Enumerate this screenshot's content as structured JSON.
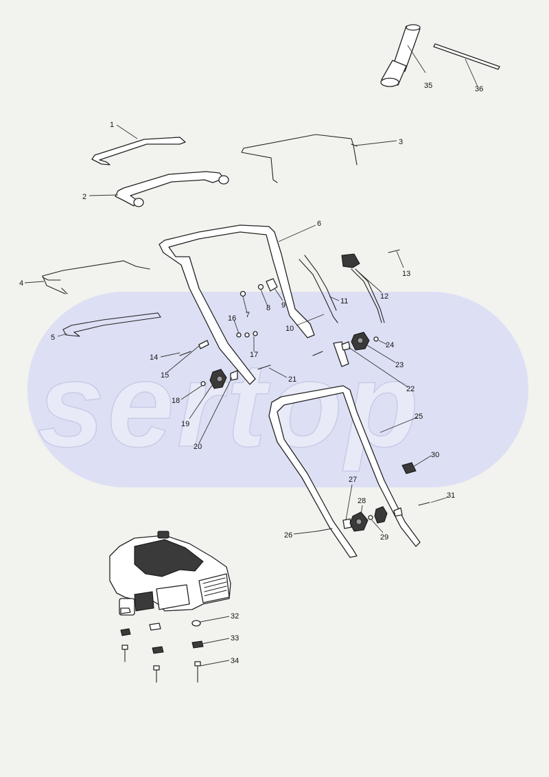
{
  "watermark": {
    "text": "sertop",
    "color": "#d9ddf5"
  },
  "callouts": [
    "1",
    "2",
    "3",
    "4",
    "5",
    "6",
    "7",
    "8",
    "9",
    "10",
    "11",
    "12",
    "13",
    "14",
    "15",
    "16",
    "17",
    "18",
    "19",
    "20",
    "21",
    "22",
    "23",
    "24",
    "25",
    "26",
    "27",
    "28",
    "29",
    "30",
    "31",
    "32",
    "33",
    "34",
    "35",
    "36"
  ],
  "colors": {
    "background": "#f2f2ee",
    "line": "#222222",
    "part_fill": "#ffffff"
  }
}
